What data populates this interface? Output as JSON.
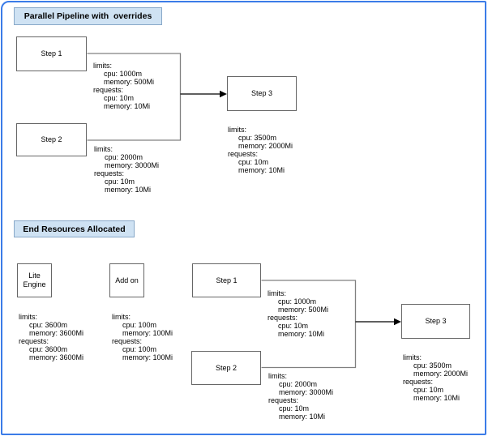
{
  "diagram": {
    "frame_color": "#3b7ce8",
    "title_fill_color": "#cfe2f3",
    "title_border_color": "#88a8c8",
    "node_border_color": "#666666",
    "connector_color": "#808080",
    "arrow_color": "#000000"
  },
  "top": {
    "title": "Parallel Pipeline with  overrides",
    "step1": {
      "label": "Step 1",
      "res": [
        "limits:",
        "cpu: 1000m",
        "memory: 500Mi",
        "requests:",
        "cpu: 10m",
        "memory: 10Mi"
      ]
    },
    "step2": {
      "label": "Step 2",
      "res": [
        "limits:",
        "cpu: 2000m",
        "memory: 3000Mi",
        "requests:",
        "cpu: 10m",
        "memory: 10Mi"
      ]
    },
    "step3": {
      "label": "Step 3",
      "res": [
        "limits:",
        "cpu: 3500m",
        "memory: 2000Mi",
        "requests:",
        "cpu: 10m",
        "memory: 10Mi"
      ]
    }
  },
  "bottom": {
    "title": "End Resources Allocated",
    "lite_engine": {
      "label": "Lite Engine",
      "res": [
        "limits:",
        "cpu: 3600m",
        "memory: 3600Mi",
        "requests:",
        "cpu: 3600m",
        "memory: 3600Mi"
      ]
    },
    "addon": {
      "label": "Add on",
      "res": [
        "limits:",
        "cpu: 100m",
        "memory: 100Mi",
        "requests:",
        "cpu: 100m",
        "memory: 100Mi"
      ]
    },
    "step1": {
      "label": "Step 1",
      "res": [
        "limits:",
        "cpu: 1000m",
        "memory: 500Mi",
        "requests:",
        "cpu: 10m",
        "memory: 10Mi"
      ]
    },
    "step2": {
      "label": "Step 2",
      "res": [
        "limits:",
        "cpu: 2000m",
        "memory: 3000Mi",
        "requests:",
        "cpu: 10m",
        "memory: 10Mi"
      ]
    },
    "step3": {
      "label": "Step 3",
      "res": [
        "limits:",
        "cpu: 3500m",
        "memory: 2000Mi",
        "requests:",
        "cpu: 10m",
        "memory: 10Mi"
      ]
    }
  }
}
